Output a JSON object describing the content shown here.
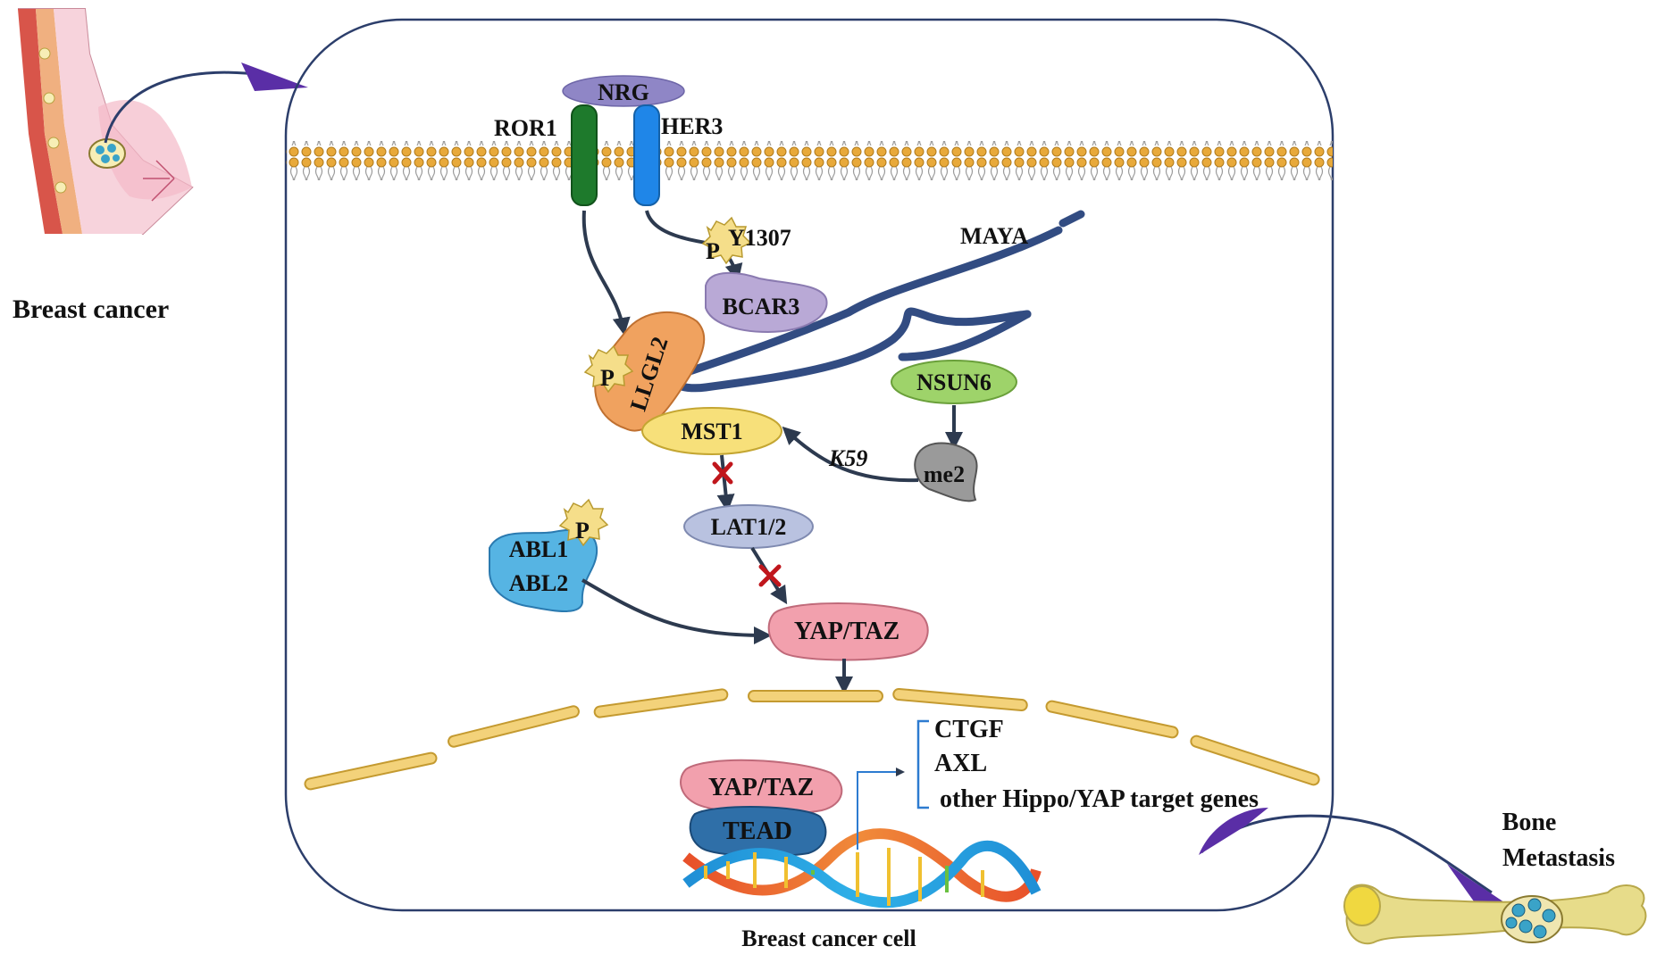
{
  "diagram": {
    "labels": {
      "breast_cancer": "Breast cancer",
      "breast_cancer_cell": "Breast cancer cell",
      "bone_line1": "Bone",
      "bone_line2": "Metastasis",
      "nrg": "NRG",
      "ror1": "ROR1",
      "her3": "HER3",
      "y1307": "Y1307",
      "maya": "MAYA",
      "bcar3": "BCAR3",
      "llgl2": "LLGL2",
      "nsun6": "NSUN6",
      "mst1": "MST1",
      "me2": "me2",
      "k59": "K59",
      "lat12": "LAT1/2",
      "abl1": "ABL1",
      "abl2": "ABL2",
      "yaptaz_cyto": "YAP/TAZ",
      "yaptaz_nuc": "YAP/TAZ",
      "tead": "TEAD",
      "phospho": "P"
    },
    "targets": [
      "CTGF",
      "AXL",
      "other Hippo/YAP target genes"
    ],
    "colors": {
      "cell_border": "#2c3e6b",
      "membrane": "#e8a93a",
      "ror1": "#1e7a2c",
      "her3": "#1f86e8",
      "nrg": "#8f86c6",
      "bcar3": "#b9a9d6",
      "llgl2": "#f0a25f",
      "mst1": "#f7e07a",
      "nsun6": "#9ed36a",
      "me2": "#9a9a9a",
      "lat12": "#b9c2e0",
      "abl": "#56b4e3",
      "yaptaz": "#f2a0ad",
      "tead": "#2f6fa8",
      "maya_rna": "#324c82",
      "inhibit_x": "#c0161c",
      "phospho": "#f5de8a",
      "nuclear_envelope": "#f3d27a",
      "metastasis_arrow": "#5a2ea6",
      "bone": "#e7dc8a"
    }
  }
}
